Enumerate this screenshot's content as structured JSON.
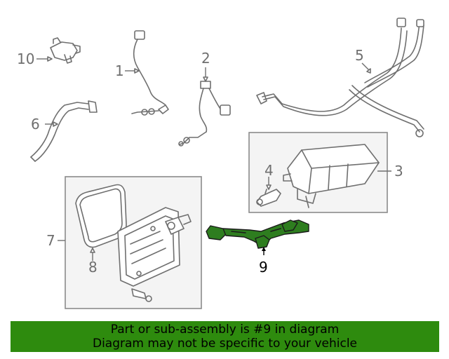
{
  "callouts": {
    "c1": "1",
    "c2": "2",
    "c3": "3",
    "c4": "4",
    "c5": "5",
    "c6": "6",
    "c7": "7",
    "c8": "8",
    "c9": "9",
    "c10": "10"
  },
  "highlighted_part": "9",
  "colors": {
    "banner": "#2e8b0e",
    "highlight": "#2e7d1f",
    "linework": "#6f6f6f",
    "box_fill": "#f4f4f4"
  },
  "banner": {
    "line1": "Part or sub-assembly is #9 in diagram",
    "line2": "Diagram may not be specific to your vehicle"
  }
}
